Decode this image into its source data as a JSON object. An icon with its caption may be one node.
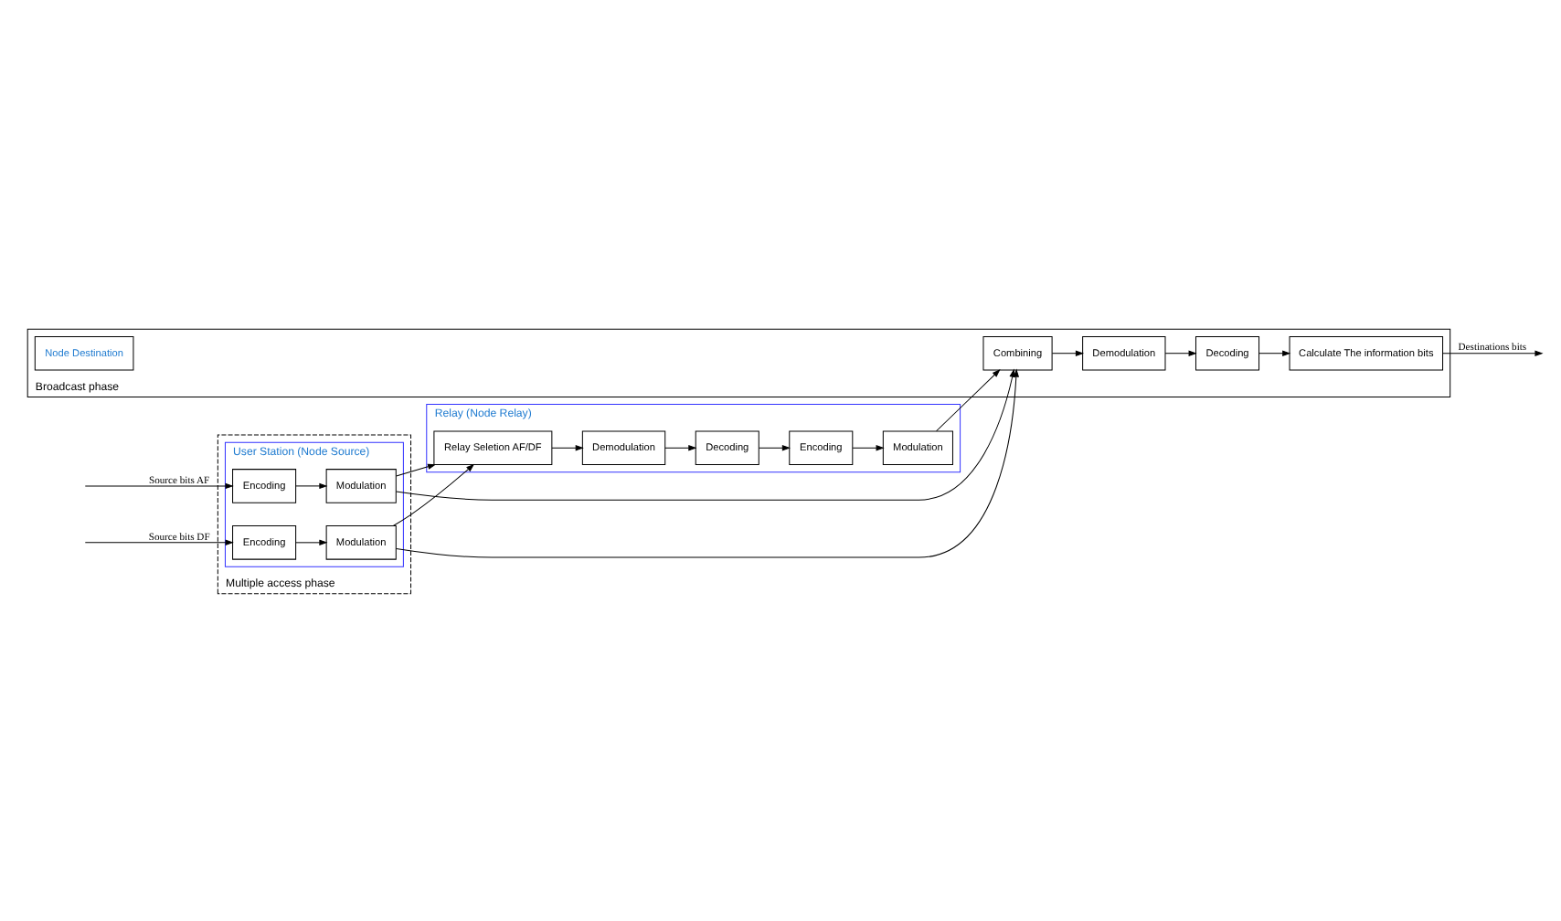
{
  "diagram": {
    "nodes": [
      {
        "text": [
          "Multiple access phase"
        ]
      },
      {
        "text": [
          "User Station (Node Source)"
        ],
        "in": 0
      },
      {
        "text": [
          "Encoding"
        ],
        "in": 1
      },
      {
        "text": [
          "Modulation"
        ],
        "in": 1
      },
      {
        "text": [
          "Encoding"
        ],
        "in": 1
      },
      {
        "text": [
          "Modulation"
        ],
        "in": 1
      },
      {
        "text": [
          "Relay (Node Relay)"
        ]
      },
      {
        "text": [
          "Relay Seletion AF/DF"
        ],
        "in": 6
      },
      {
        "text": [
          "Demodulation"
        ],
        "in": 6
      },
      {
        "text": [
          "Decoding"
        ],
        "in": 6
      },
      {
        "text": [
          "Encoding"
        ],
        "in": 6
      },
      {
        "text": [
          "Modulation"
        ],
        "in": 6
      },
      {
        "text": [
          "Broadcast phase"
        ]
      },
      {
        "text": [
          "Node Destination"
        ],
        "in": 12
      },
      {
        "text": [
          "Combining"
        ],
        "in": 12
      },
      {
        "text": [
          "Demodulation"
        ],
        "in": 12
      },
      {
        "text": [
          "Decoding"
        ],
        "in": 12
      },
      {
        "text": [
          "Calculate The information bits"
        ],
        "in": 12
      }
    ],
    "edges": [
      {
        "from": null,
        "to": 2,
        "arrow": "to",
        "label": "Source bits AF"
      },
      {
        "from": null,
        "to": 4,
        "arrow": "to",
        "label": "Source bits DF"
      },
      {
        "from": 2,
        "to": 3,
        "arrow": "to"
      },
      {
        "from": 4,
        "to": 5,
        "arrow": "to"
      },
      {
        "from": 3,
        "to": 7,
        "arrow": "to"
      },
      {
        "from": 5,
        "to": 7,
        "arrow": "to"
      },
      {
        "from": 7,
        "to": 8,
        "arrow": "to"
      },
      {
        "from": 8,
        "to": 9,
        "arrow": "to"
      },
      {
        "from": 9,
        "to": 10,
        "arrow": "to"
      },
      {
        "from": 10,
        "to": 11,
        "arrow": "to"
      },
      {
        "from": 11,
        "to": 14,
        "arrow": "to"
      },
      {
        "from": 3,
        "to": 14,
        "arrow": "to"
      },
      {
        "from": 5,
        "to": 14,
        "arrow": "to"
      },
      {
        "from": 14,
        "to": 15,
        "arrow": "to"
      },
      {
        "from": 15,
        "to": 16,
        "arrow": "to"
      },
      {
        "from": 16,
        "to": 17,
        "arrow": "to"
      },
      {
        "from": 17,
        "to": null,
        "arrow": "to",
        "label": "Destinations bits"
      }
    ]
  }
}
